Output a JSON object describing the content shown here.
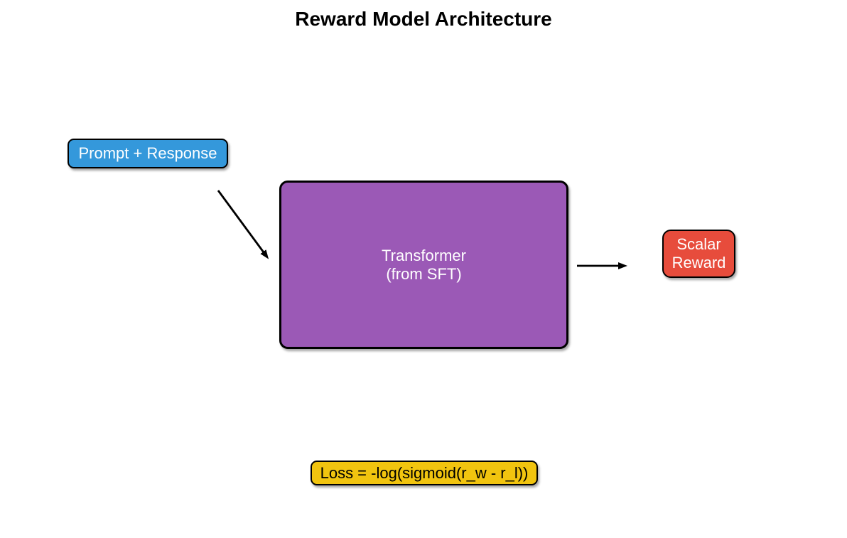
{
  "title": "Reward Model Architecture",
  "colors": {
    "background": "#FFFFFF",
    "border": "#000000",
    "input_box": "#3498DB",
    "transformer_box": "#9B59B6",
    "reward_box": "#E74C3C",
    "loss_box": "#F1C40F",
    "arrow": "#000000",
    "title_text": "#000000",
    "light_text": "#FFFFFF",
    "dark_text": "#000000"
  },
  "nodes": {
    "input": {
      "label": "Prompt + Response"
    },
    "transformer": {
      "label_line1": "Transformer",
      "label_line2": "(from SFT)"
    },
    "reward": {
      "label_line1": "Scalar",
      "label_line2": "Reward"
    },
    "loss": {
      "label": "Loss = -log(sigmoid(r_w - r_l))"
    }
  },
  "arrows": [
    {
      "name": "input-to-transformer",
      "from": "Prompt + Response",
      "to": "Transformer (from SFT)"
    },
    {
      "name": "transformer-to-reward",
      "from": "Transformer (from SFT)",
      "to": "Scalar Reward"
    }
  ]
}
